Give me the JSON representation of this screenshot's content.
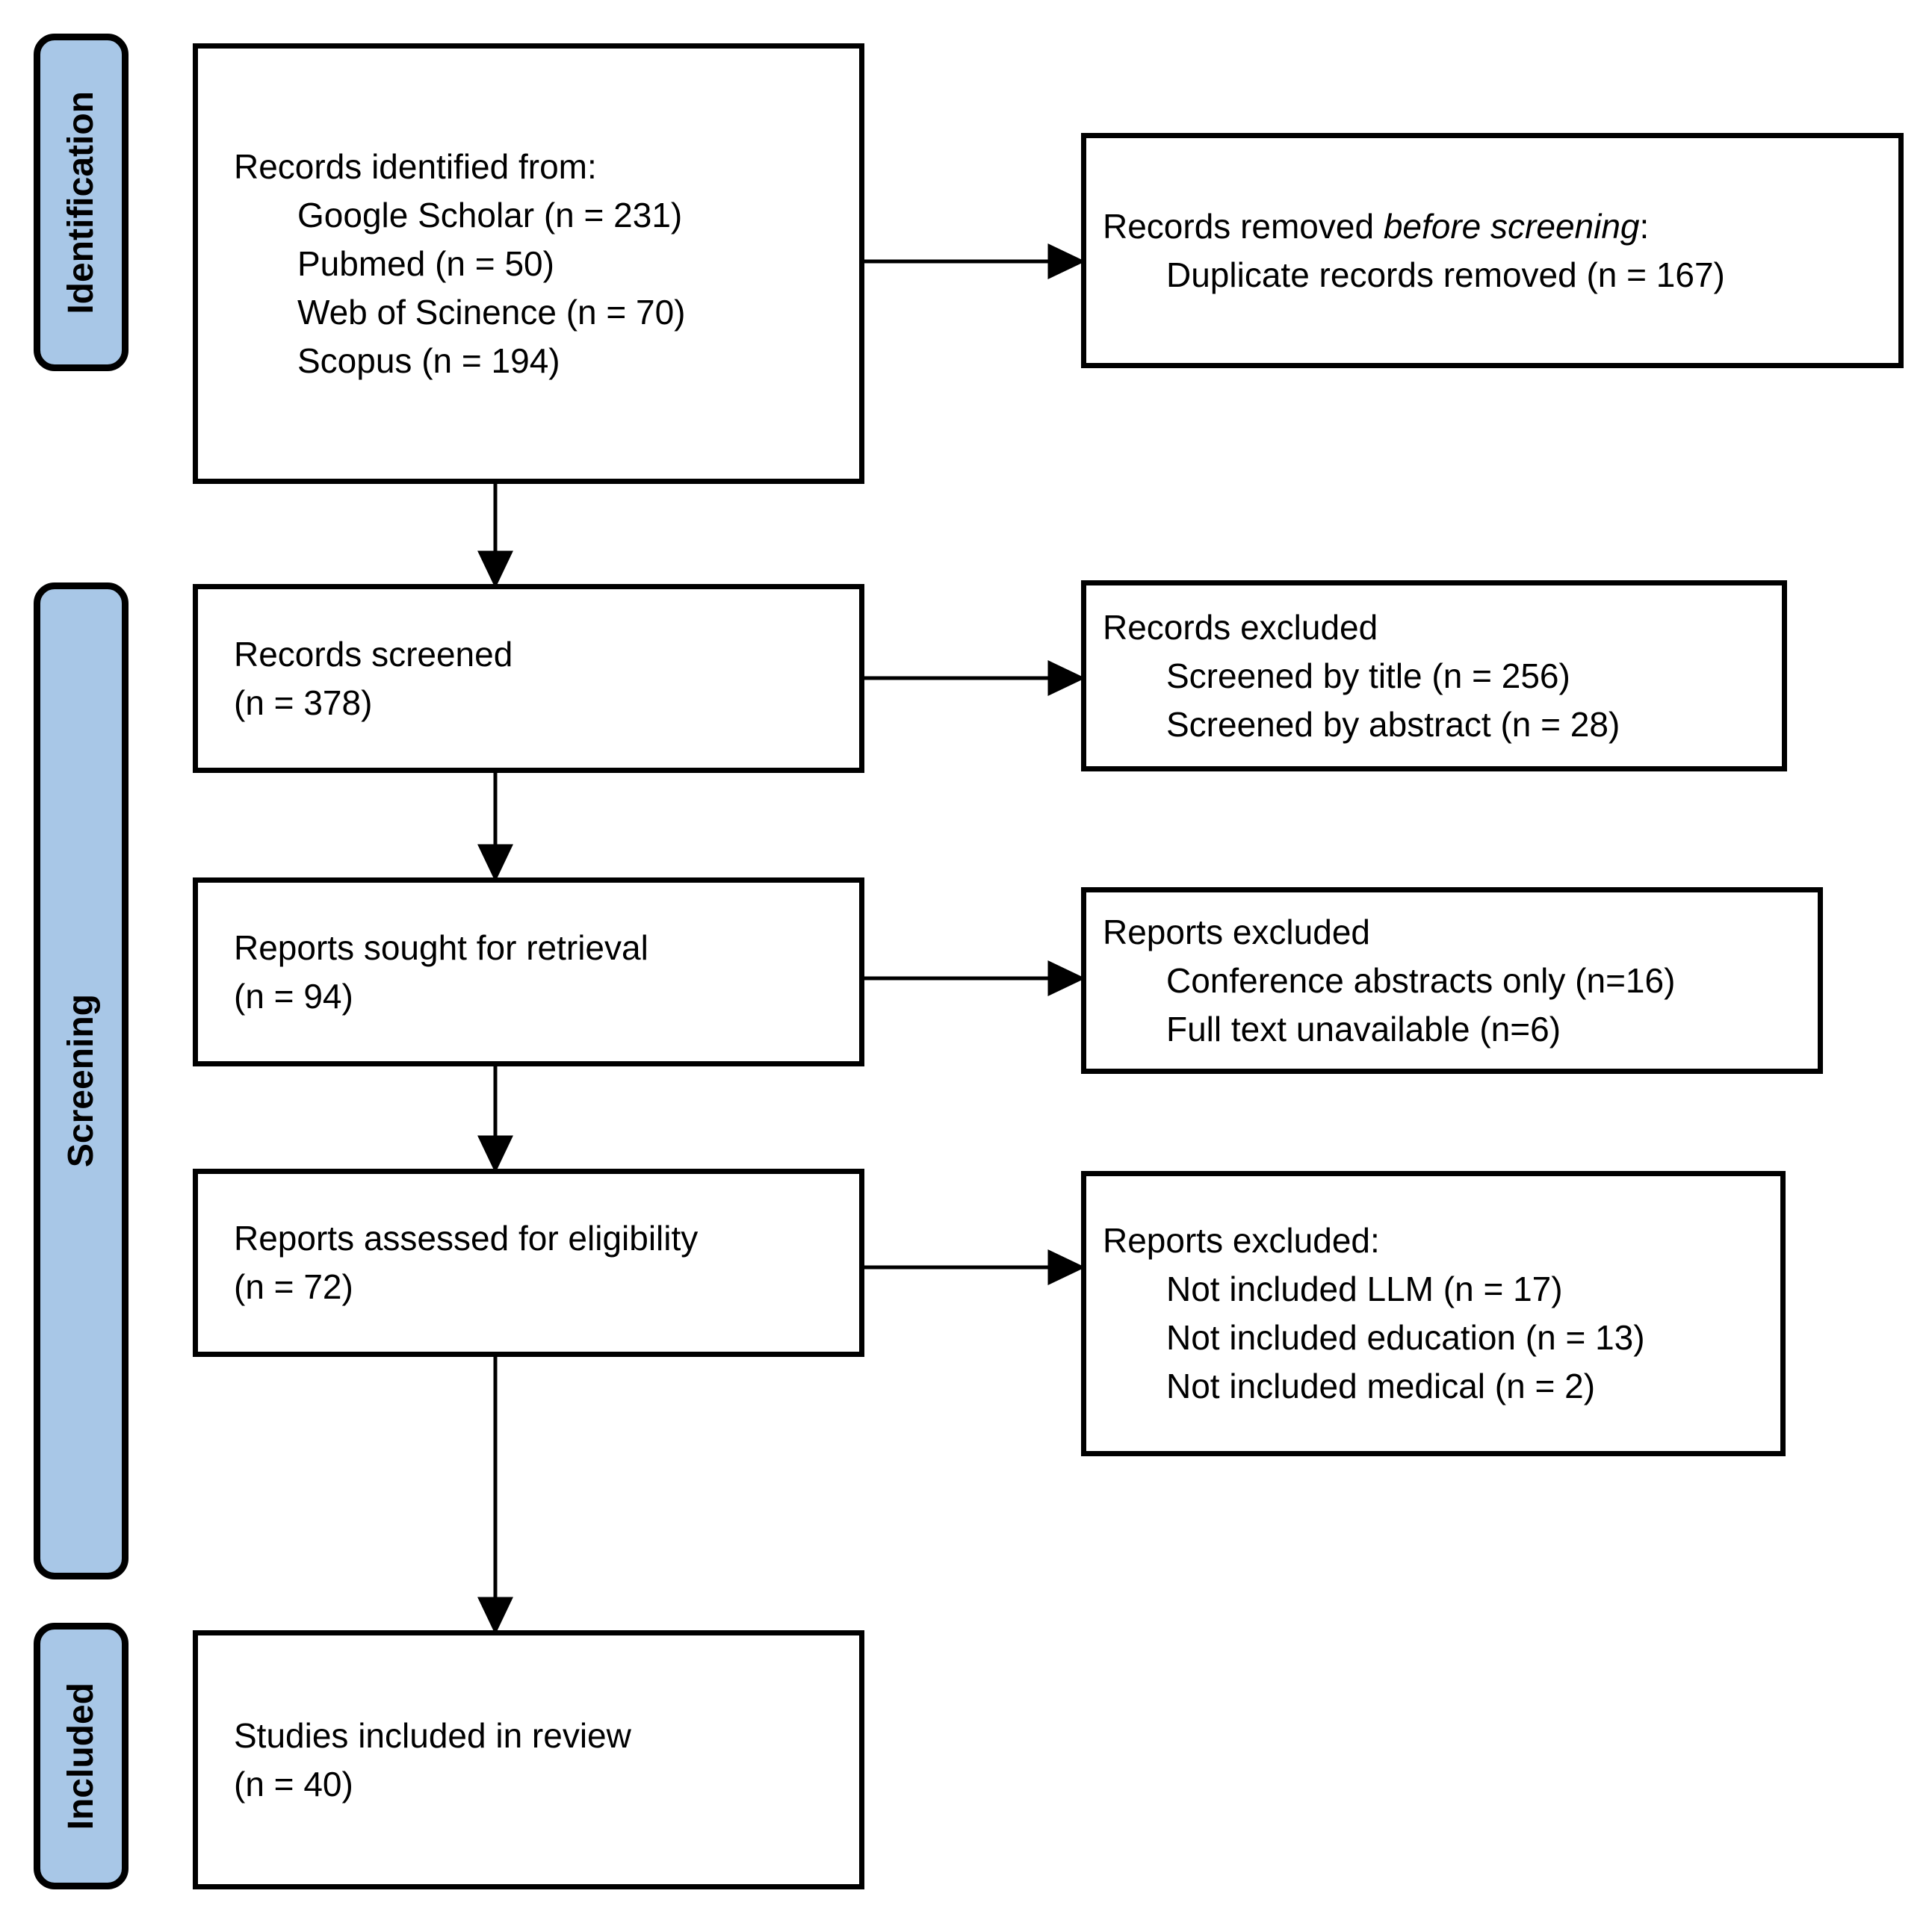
{
  "diagram_type": "PRISMA flow diagram",
  "colors": {
    "stage_fill": "#a8c7e7",
    "box_border": "#000000",
    "background": "#ffffff",
    "text": "#000000"
  },
  "stages": [
    {
      "label": "Identification"
    },
    {
      "label": "Screening"
    },
    {
      "label": "Included"
    }
  ],
  "boxes": {
    "records_identified": {
      "line1": "Records identified from:",
      "items": [
        "Google Scholar (n = 231)",
        "Pubmed (n = 50)",
        "Web of Scinence (n = 70)",
        "Scopus (n = 194)"
      ]
    },
    "records_removed": {
      "line1_prefix": "Records removed ",
      "line1_italic": "before screening",
      "line1_suffix": ":",
      "items": [
        "Duplicate records removed (n = 167)"
      ]
    },
    "records_screened": {
      "line1": "Records screened",
      "line2": "(n = 378)"
    },
    "records_excluded": {
      "line1": "Records excluded",
      "items": [
        "Screened by title (n = 256)",
        "Screened by abstract (n = 28)"
      ]
    },
    "reports_sought": {
      "line1": "Reports sought for retrieval",
      "line2": "(n = 94)"
    },
    "reports_excluded_retrieval": {
      "line1": "Reports excluded",
      "items": [
        "Conference abstracts only (n=16)",
        "Full text unavailable (n=6)"
      ]
    },
    "reports_assessed": {
      "line1": "Reports assessed for eligibility",
      "line2": "(n = 72)"
    },
    "reports_excluded_eligibility": {
      "line1": "Reports excluded:",
      "items": [
        "Not included LLM (n = 17)",
        "Not included education (n = 13)",
        "Not included medical (n = 2)"
      ]
    },
    "studies_included": {
      "line1": "Studies included in review",
      "line2": "(n = 40)"
    }
  }
}
